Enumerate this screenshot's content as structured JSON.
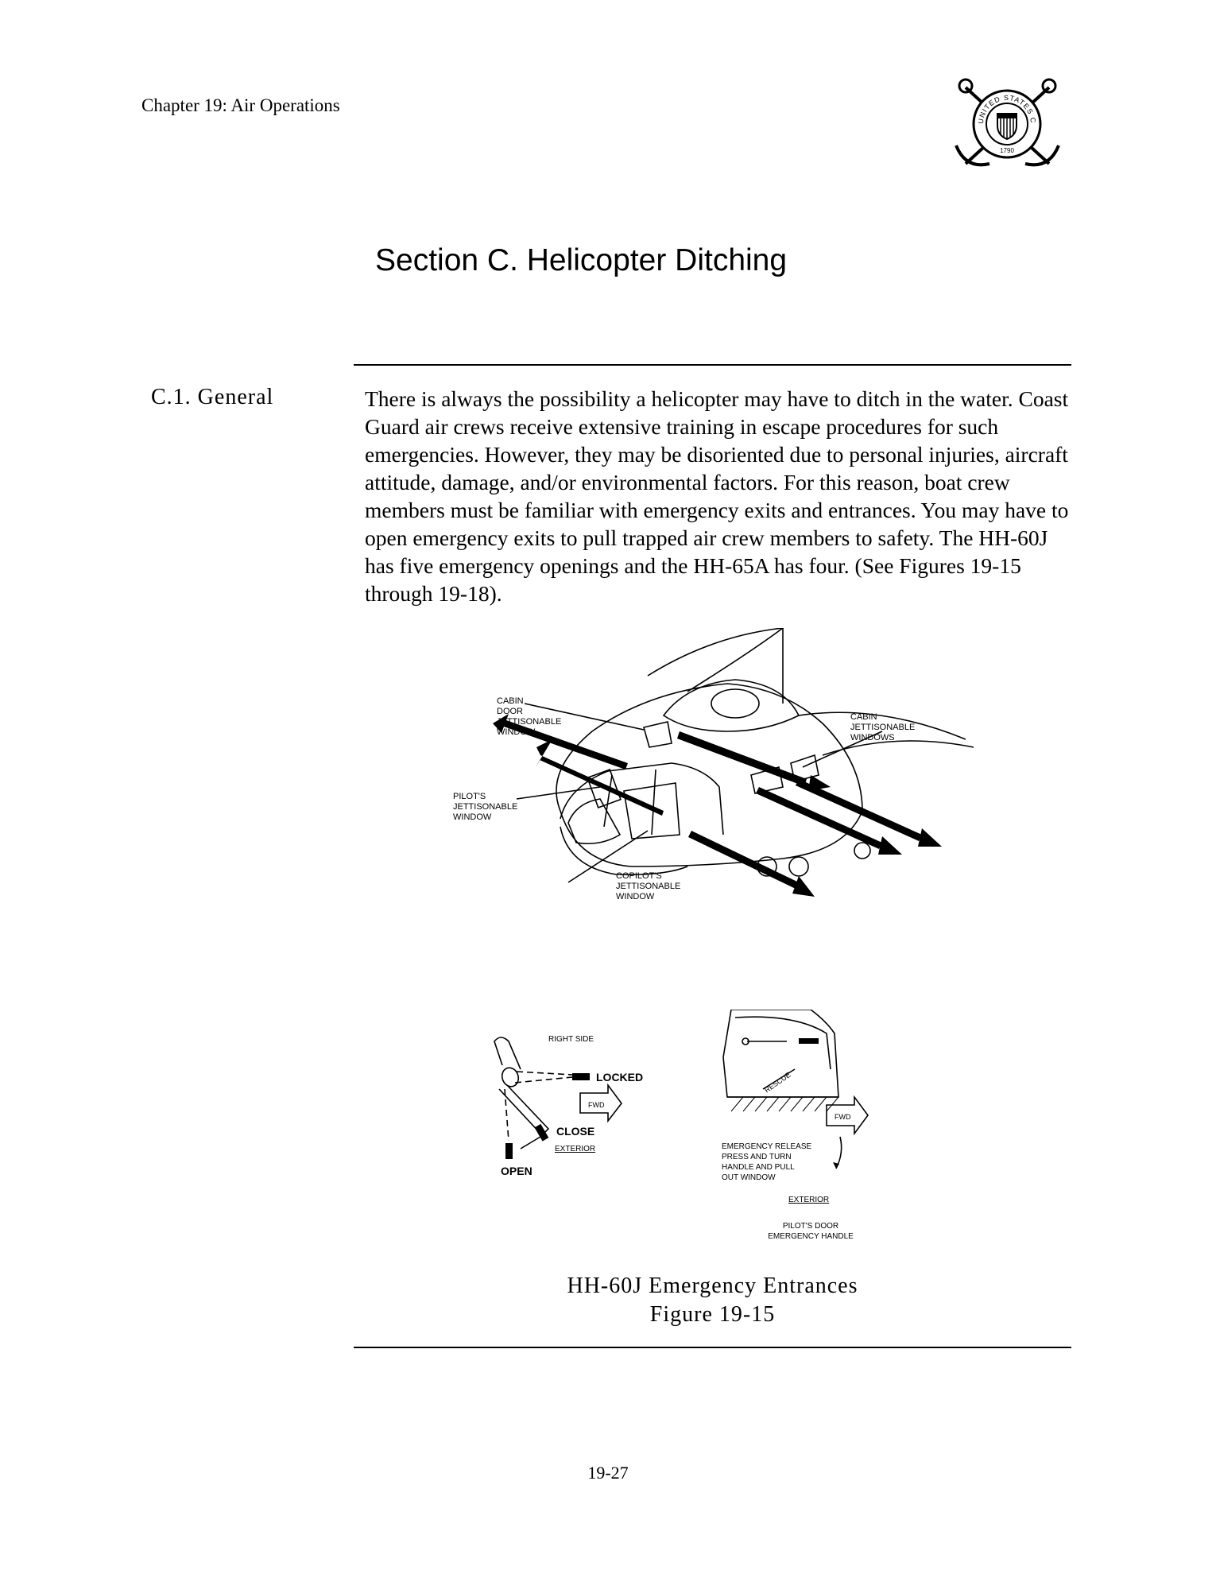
{
  "header": {
    "chapter": "Chapter 19:  Air Operations",
    "seal_text": "UNITED STATES COAST GUARD",
    "seal_year": "1790"
  },
  "section": {
    "title": "Section C.  Helicopter Ditching"
  },
  "subsection": {
    "label": "C.1.  General",
    "body": "There is always the possibility a helicopter may have to ditch in the water. Coast Guard air crews receive extensive training in escape procedures for such emergencies. However, they may be disoriented due to personal injuries, aircraft attitude, damage, and/or environmental factors. For this reason, boat crew members must be familiar with emergency exits and entrances. You may have to open emergency exits to pull trapped air crew members to safety. The HH-60J has five emergency openings and the HH-65A has four. (See Figures 19-15 through 19-18)."
  },
  "figure": {
    "top_labels": {
      "cabin_door": [
        "CABIN",
        "DOOR",
        "JETTISONABLE",
        "WINDOW"
      ],
      "cabin_windows": [
        "CABIN",
        "JETTISONABLE",
        "WINDOWS"
      ],
      "pilot": [
        "PILOT'S",
        "JETTISONABLE",
        "WINDOW"
      ],
      "copilot": [
        "COPILOT'S",
        "JETTISONABLE",
        "WINDOW"
      ]
    },
    "left_detail": {
      "right_side": "RIGHT SIDE",
      "locked": "LOCKED",
      "fwd": "FWD",
      "close": "CLOSE",
      "open": "OPEN",
      "exterior": "EXTERIOR"
    },
    "right_detail": {
      "rescue": "RESCUE",
      "fwd": "FWD",
      "instructions": [
        "EMERGENCY RELEASE",
        "PRESS AND TURN",
        "HANDLE AND PULL",
        "OUT WINDOW"
      ],
      "exterior": "EXTERIOR",
      "caption": [
        "PILOT'S DOOR",
        "EMERGENCY HANDLE"
      ]
    },
    "caption_line1": "HH-60J Emergency Entrances",
    "caption_line2": "Figure 19-15"
  },
  "footer": {
    "page_number": "19-27"
  }
}
